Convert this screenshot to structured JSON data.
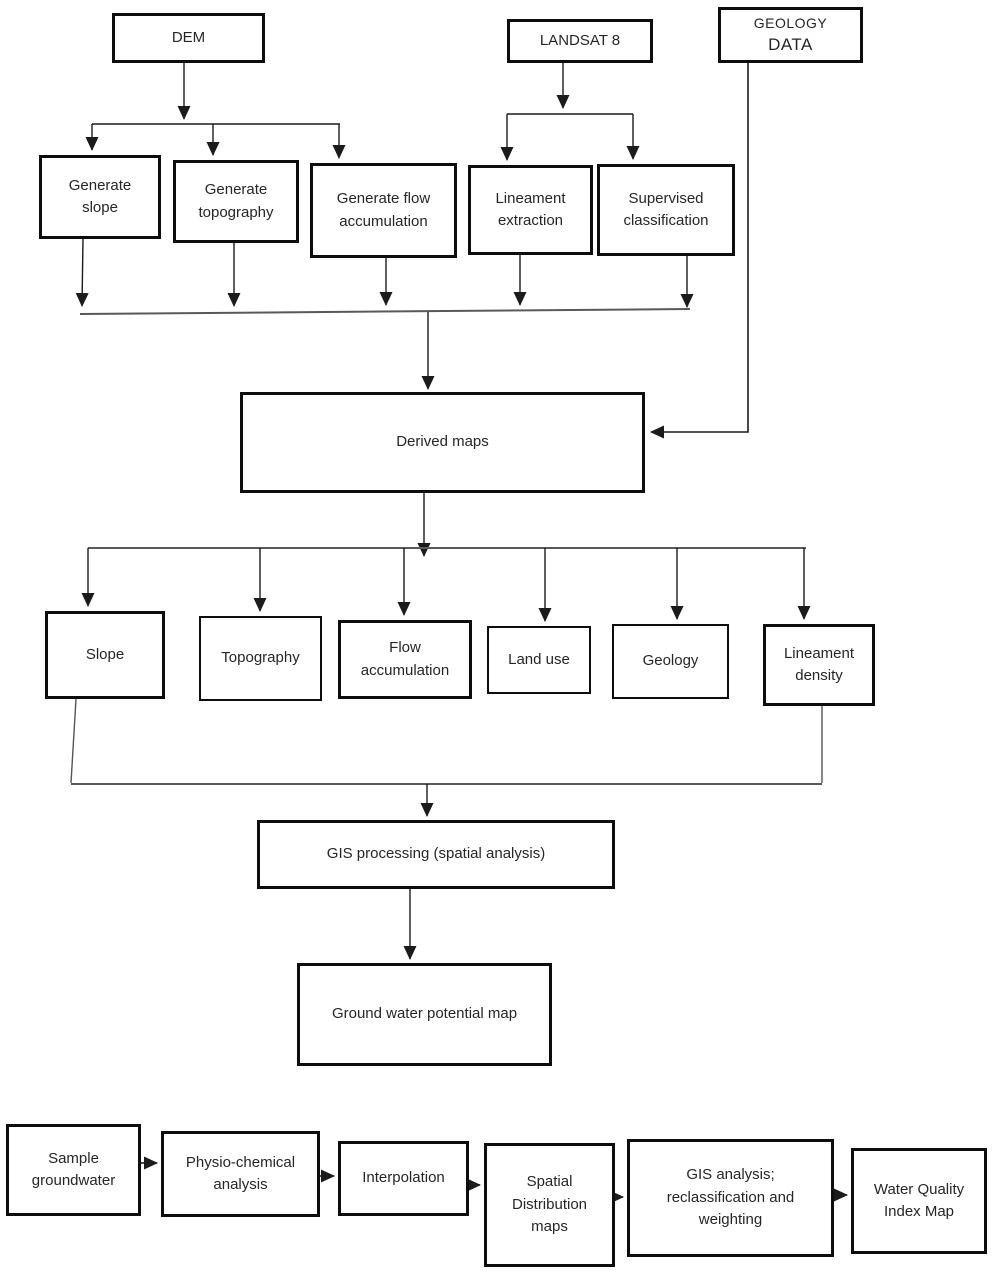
{
  "diagram_type": "flowchart",
  "colors": {
    "background": "#ffffff",
    "box_border": "#0d0d0d",
    "text": "#262626",
    "arrow_line": "#1b1b1b",
    "collector_line": "#595959"
  },
  "nodes": {
    "dem": {
      "label": "DEM"
    },
    "landsat": {
      "label": "LANDSAT 8"
    },
    "geology_data": {
      "line1": "GEOLOGY",
      "line2": "DATA"
    },
    "generate_slope": {
      "label": "Generate slope"
    },
    "generate_topography": {
      "label": "Generate topography"
    },
    "generate_flow_accumulation": {
      "label": "Generate flow accumulation"
    },
    "lineament_extraction": {
      "label": "Lineament extraction"
    },
    "supervised_classification": {
      "label": "Supervised classification"
    },
    "derived_maps": {
      "label": "Derived maps"
    },
    "slope": {
      "label": "Slope"
    },
    "topography": {
      "label": "Topography"
    },
    "flow_accumulation": {
      "label": "Flow accumulation"
    },
    "land_use": {
      "label": "Land use"
    },
    "geology": {
      "label": "Geology"
    },
    "lineament_density": {
      "label": "Lineament density"
    },
    "gis_processing": {
      "label": "GIS processing (spatial analysis)"
    },
    "groundwater_potential_map": {
      "label": "Ground water potential map"
    },
    "sample_groundwater": {
      "label": "Sample groundwater"
    },
    "physio_chemical_analysis": {
      "label": "Physio-chemical analysis"
    },
    "interpolation": {
      "label": "Interpolation"
    },
    "spatial_distribution_maps": {
      "label": "Spatial Distribution maps"
    },
    "gis_analysis": {
      "label": "GIS analysis; reclassification and weighting"
    },
    "water_quality_index_map": {
      "label": "Water Quality Index Map"
    }
  },
  "edges": [
    {
      "from": "DEM",
      "to": "Generate slope"
    },
    {
      "from": "DEM",
      "to": "Generate topography"
    },
    {
      "from": "DEM",
      "to": "Generate flow accumulation"
    },
    {
      "from": "LANDSAT 8",
      "to": "Lineament extraction"
    },
    {
      "from": "LANDSAT 8",
      "to": "Supervised classification"
    },
    {
      "from": "Generate slope",
      "to": "Derived maps"
    },
    {
      "from": "Generate topography",
      "to": "Derived maps"
    },
    {
      "from": "Generate flow accumulation",
      "to": "Derived maps"
    },
    {
      "from": "Lineament extraction",
      "to": "Derived maps"
    },
    {
      "from": "Supervised classification",
      "to": "Derived maps"
    },
    {
      "from": "GEOLOGY DATA",
      "to": "Derived maps"
    },
    {
      "from": "Derived maps",
      "to": "Slope"
    },
    {
      "from": "Derived maps",
      "to": "Topography"
    },
    {
      "from": "Derived maps",
      "to": "Flow accumulation"
    },
    {
      "from": "Derived maps",
      "to": "Land use"
    },
    {
      "from": "Derived maps",
      "to": "Geology"
    },
    {
      "from": "Derived maps",
      "to": "Lineament density"
    },
    {
      "from": "Slope",
      "to": "GIS processing (spatial analysis)"
    },
    {
      "from": "Lineament density",
      "to": "GIS processing (spatial analysis)"
    },
    {
      "from": "GIS processing (spatial analysis)",
      "to": "Ground water potential map"
    },
    {
      "from": "Sample groundwater",
      "to": "Physio-chemical analysis"
    },
    {
      "from": "Physio-chemical analysis",
      "to": "Interpolation"
    },
    {
      "from": "Interpolation",
      "to": "Spatial Distribution maps"
    },
    {
      "from": "Spatial Distribution maps",
      "to": "GIS analysis; reclassification and weighting"
    },
    {
      "from": "GIS analysis; reclassification and weighting",
      "to": "Water Quality Index Map"
    }
  ]
}
